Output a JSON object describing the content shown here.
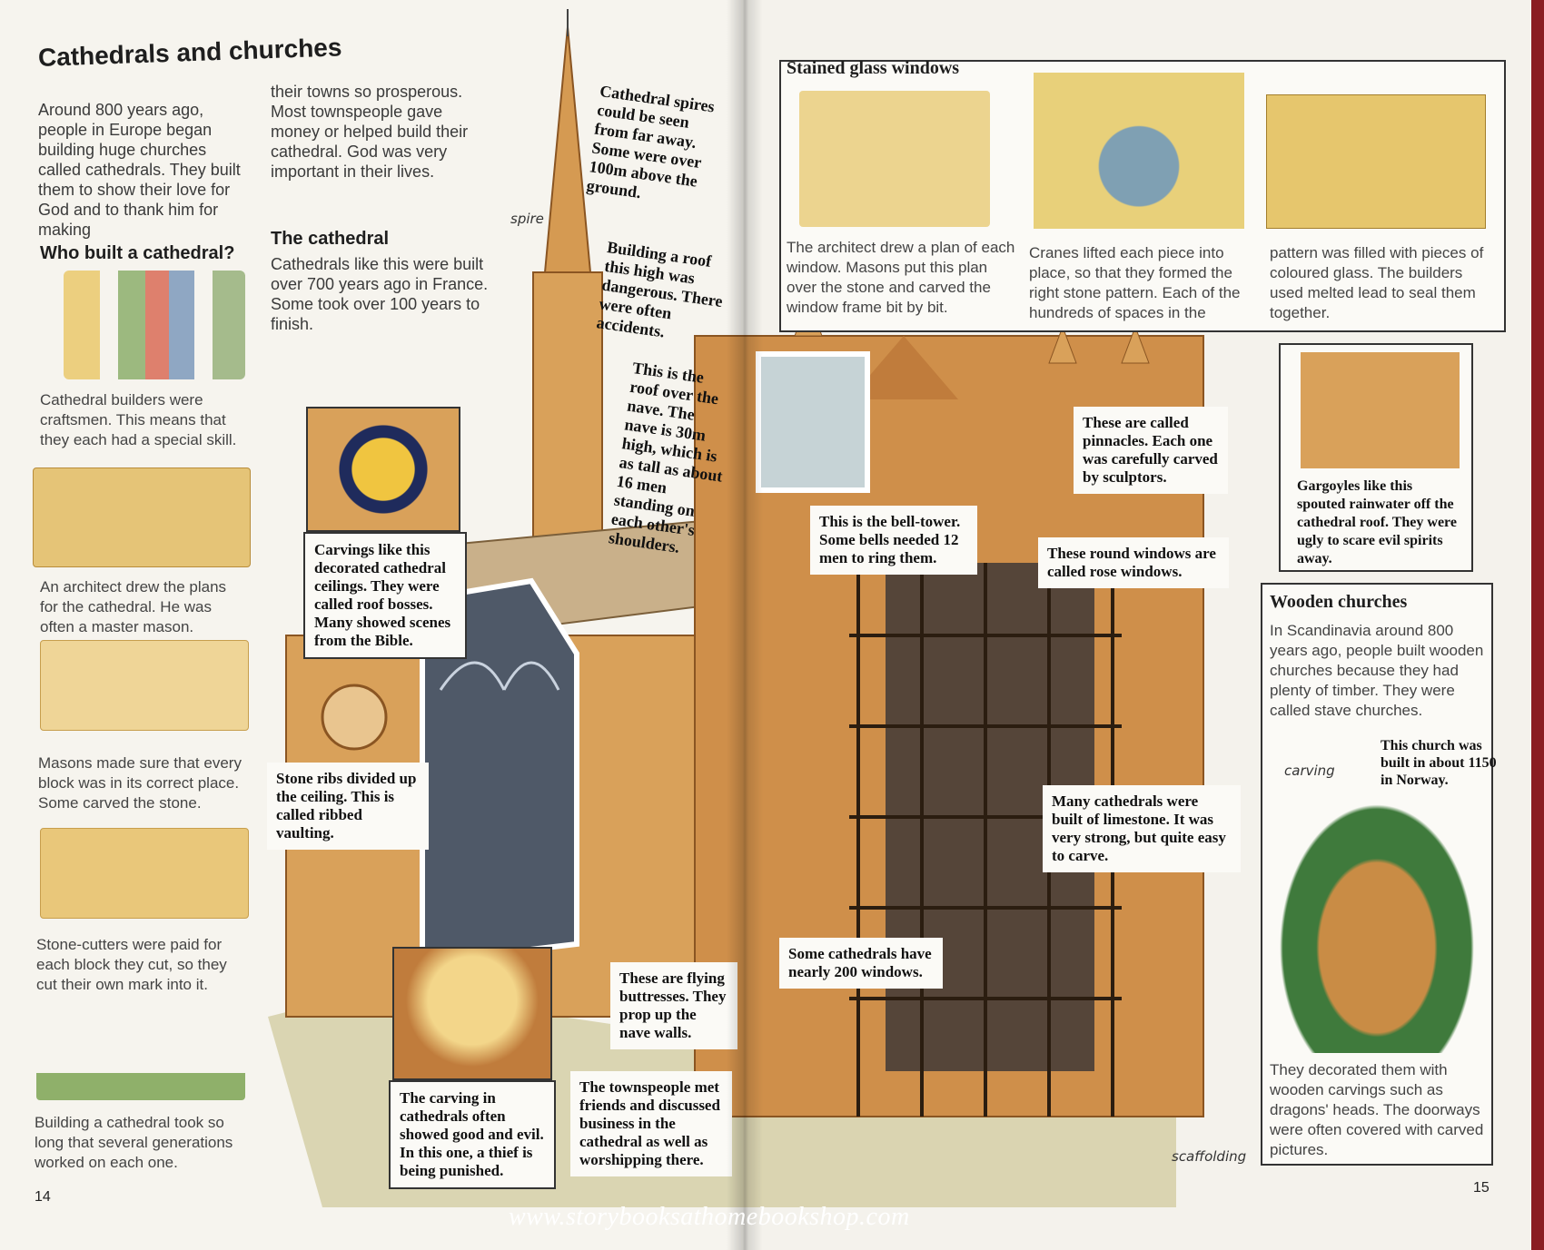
{
  "left": {
    "title": "Cathedrals and churches",
    "intro_col1": "Around 800 years ago, people in Europe began building huge churches called cathedrals. They built them to show their love for God and to thank him for making",
    "intro_col2": "their towns so prosperous. Most townspeople gave money or helped build their cathedral. God was very important in their lives.",
    "who_heading": "Who built a cathedral?",
    "the_cathedral_heading": "The cathedral",
    "the_cathedral_text": "Cathedrals like this were built over 700 years ago in France. Some took over 100 years to finish.",
    "builders": [
      "Cathedral builders were craftsmen. This means that they each had a special skill.",
      "An architect drew the plans for the cathedral. He was often a master mason.",
      "Masons made sure that every block was in its correct place. Some carved the stone.",
      "Stone-cutters were paid for each block they cut, so they cut their own mark into it.",
      "Building a cathedral took so long that several generations worked on each one."
    ],
    "page_number": "14",
    "notes": {
      "spire_note": "Cathedral spires could be seen from far away. Some were over 100m above the ground.",
      "roof_danger": "Building a roof this high was dangerous. There were often accidents.",
      "nave_note": "This is the roof over the nave. The nave is 30m high, which is as tall as about 16 men standing on each other's shoulders.",
      "spire_label": "spire",
      "roof_bosses": "Carvings like this decorated cathedral ceilings. They were called roof bosses. Many showed scenes from the Bible.",
      "ribbed": "Stone ribs divided up the ceiling. This is called ribbed vaulting.",
      "buttresses": "These are flying buttresses. They prop up the nave walls.",
      "carving_thief": "The carving in cathedrals often showed good and evil. In this one, a thief is being punished.",
      "townspeople": "The townspeople met friends and discussed business in the cathedral as well as worshipping there."
    }
  },
  "right": {
    "stained_heading": "Stained glass windows",
    "stained_captions": [
      "The architect drew a plan of each window. Masons put this plan over the stone and carved the window frame bit by bit.",
      "Cranes lifted each piece into place, so that they formed the right stone pattern. Each of the hundreds of spaces in the",
      "pattern was filled with pieces of coloured glass. The builders used melted lead to seal them together."
    ],
    "gargoyles": "Gargoyles like this spouted rainwater off the cathedral roof. They were ugly to scare evil spirits away.",
    "pinnacles": "These are called pinnacles. Each one was carefully carved by sculptors.",
    "bell_tower": "This is the bell-tower. Some bells needed 12 men to ring them.",
    "rose_windows": "These round windows are called rose windows.",
    "limestone": "Many cathedrals were built of limestone. It was very strong, but quite easy to carve.",
    "windows200": "Some cathedrals have nearly 200 windows.",
    "scaffolding_label": "scaffolding",
    "wooden_heading": "Wooden churches",
    "wooden_text": "In Scandinavia around 800 years ago, people built wooden churches because they had plenty of timber. They were called stave churches.",
    "church_built": "This church was built in about 1150 in Norway.",
    "carving_label": "carving",
    "wooden_bottom": "They decorated them with wooden carvings such as dragons' heads. The doorways were often covered with carved pictures.",
    "page_number": "15"
  },
  "watermark": "www.storybooksathomebookshop.com",
  "colors": {
    "stone": "#d9a15a",
    "stone_dark": "#b86f34",
    "vault": "#4f5968",
    "paper": "#f6f4ee",
    "cover": "#8a1d22"
  }
}
